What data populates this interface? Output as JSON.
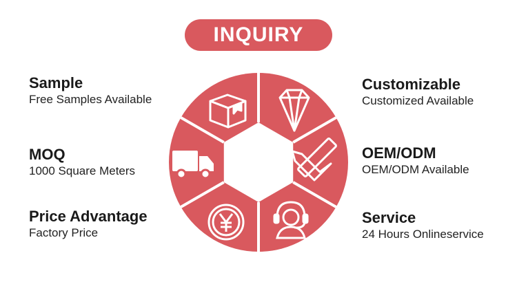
{
  "header": {
    "title": "INQUIRY"
  },
  "colors": {
    "accent": "#d9595e",
    "icon_stroke": "#ffffff",
    "text": "#1a1a1a"
  },
  "features_left": [
    {
      "title": "Sample",
      "subtitle": "Free Samples Available",
      "icon": "box-icon"
    },
    {
      "title": "MOQ",
      "subtitle": "1000 Square Meters",
      "icon": "truck-icon"
    },
    {
      "title": "Price Advantage",
      "subtitle": "Factory Price",
      "icon": "yen-coin-icon"
    }
  ],
  "features_right": [
    {
      "title": "Customizable",
      "subtitle": "Customized Available",
      "icon": "diamond-icon"
    },
    {
      "title": "OEM/ODM",
      "subtitle": "OEM/ODM Available",
      "icon": "pencil-ruler-icon"
    },
    {
      "title": "Service",
      "subtitle": "24 Hours Onlineservice",
      "icon": "headset-agent-icon"
    }
  ]
}
